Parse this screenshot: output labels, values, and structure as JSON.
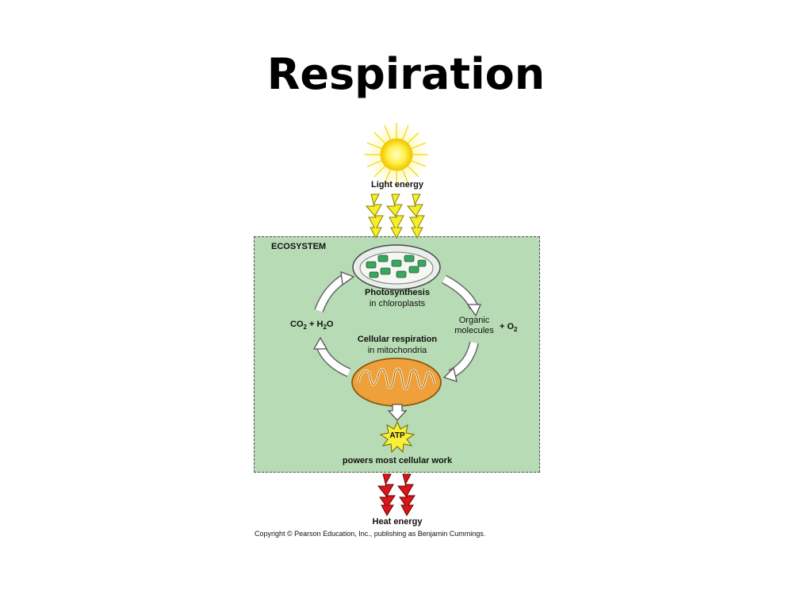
{
  "slide": {
    "title": "Respiration"
  },
  "diagram": {
    "light_energy": "Light energy",
    "ecosystem": "ECOSYSTEM",
    "photosynthesis": {
      "title": "Photosynthesis",
      "subtitle": "in chloroplasts"
    },
    "cellular_respiration": {
      "title": "Cellular respiration",
      "subtitle": "in mitochondria"
    },
    "inputs": {
      "co2": "CO",
      "co2_sub": "2",
      "plus_h": " + H",
      "h2o_sub": "2",
      "o": "O"
    },
    "outputs": {
      "organic_line1": "Organic",
      "organic_line2": "molecules",
      "plus_o": "+ O",
      "o2_sub": "2"
    },
    "atp": "ATP",
    "atp_caption": "powers most cellular work",
    "heat_energy": "Heat energy",
    "copyright": "Copyright © Pearson Education, Inc., publishing as Benjamin Cummings."
  },
  "colors": {
    "ecosystem_fill": "#b7dbb4",
    "sun": "#fff04a",
    "light_bolt": "#f5ef2a",
    "heat_bolt": "#d9161b",
    "mitochondrion": "#f0a03a",
    "chloroplast_grana": "#3aa65f",
    "atp_burst": "#f8ef3a"
  }
}
